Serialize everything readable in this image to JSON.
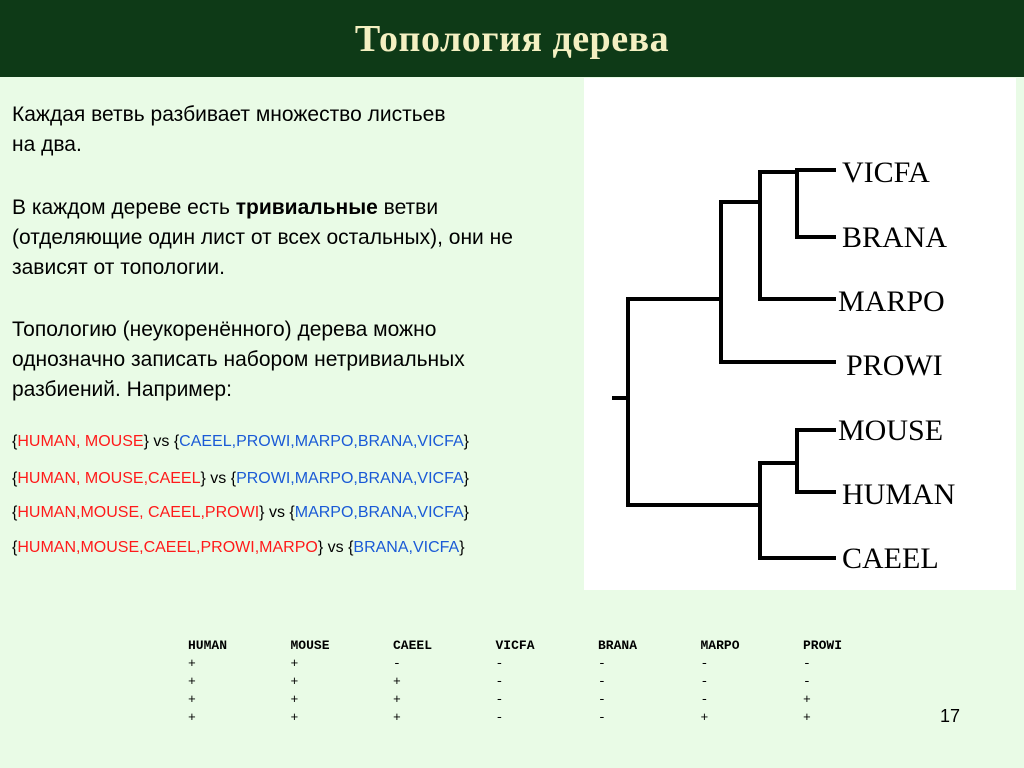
{
  "title": "Топология дерева",
  "paragraphs": {
    "p1": "Каждая ветвь разбивает множество листьев на два.",
    "p2_before": "В каждом дереве есть ",
    "p2_bold": "тривиальные",
    "p2_after": " ветви (отделяющие один лист от всех остальных), они не зависят от топологии.",
    "p3": "Топологию (неукоренённого) дерева можно однозначно записать набором нетривиальных разбиений. Например:"
  },
  "splits": [
    {
      "left": "HUMAN, MOUSE",
      "vs": "} vs  {",
      "right": "CAEEL,PROWI,MARPO,BRANA,VICFA"
    },
    {
      "left": "HUMAN, MOUSE,CAEEL",
      "vs": "} vs  {",
      "right": "PROWI,MARPO,BRANA,VICFA"
    },
    {
      "left": "HUMAN,MOUSE, CAEEL,PROWI",
      "vs": "} vs  {",
      "right": "MARPO,BRANA,VICFA"
    },
    {
      "left": "HUMAN,MOUSE,CAEEL,PROWI,MARPO",
      "vs": "} vs  {",
      "right": "BRANA,VICFA"
    }
  ],
  "tree": {
    "leaves": [
      "VICFA",
      "BRANA",
      "MARPO",
      "PROWI",
      "MOUSE",
      "HUMAN",
      "CAEEL"
    ]
  },
  "table": {
    "headers": [
      "HUMAN",
      "MOUSE",
      "CAEEL",
      "VICFA",
      "BRANA",
      "MARPO",
      "PROWI"
    ],
    "rows": [
      [
        "+",
        "+",
        "-",
        "-",
        "-",
        "-",
        "-"
      ],
      [
        "+",
        "+",
        "+",
        "-",
        "-",
        "-",
        "-"
      ],
      [
        "+",
        "+",
        "+",
        "-",
        "-",
        "-",
        "+"
      ],
      [
        "+",
        "+",
        "+",
        "-",
        "-",
        "+",
        "+"
      ]
    ]
  },
  "page_number": "17",
  "colors": {
    "header_bg": "#0e3a17",
    "title": "#f4f0c2",
    "background": "#e9fbe6",
    "group_a": "#ff1a1a",
    "group_b": "#1a5ad6"
  }
}
